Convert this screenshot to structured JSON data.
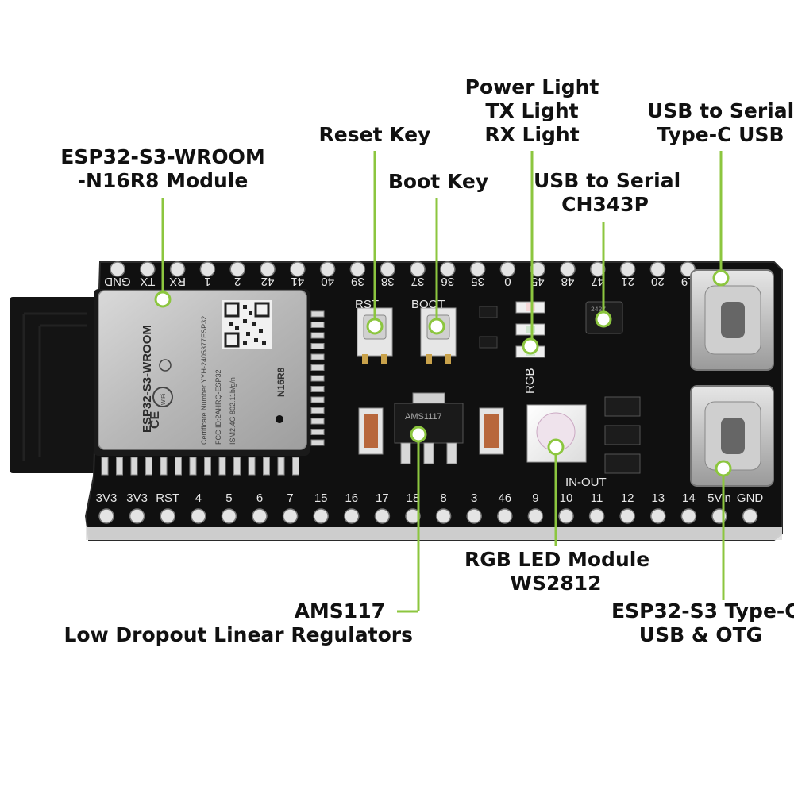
{
  "callouts": {
    "module": {
      "lines": [
        "ESP32-S3-WROOM",
        "-N16R8 Module"
      ]
    },
    "reset_key": {
      "lines": [
        "Reset Key"
      ]
    },
    "boot_key": {
      "lines": [
        "Boot Key"
      ]
    },
    "lights": {
      "lines": [
        "Power Light",
        "TX Light",
        "RX Light"
      ]
    },
    "usb_serial_chip": {
      "lines": [
        "USB to Serial",
        "CH343P"
      ]
    },
    "usb_serial_port": {
      "lines": [
        "USB to Serial",
        "Type-C USB"
      ]
    },
    "regulator": {
      "lines": [
        "AMS117",
        "Low Dropout Linear Regulators"
      ]
    },
    "rgb_led": {
      "lines": [
        "RGB LED Module",
        "WS2812"
      ]
    },
    "otg_port": {
      "lines": [
        "ESP32-S3 Type-C",
        "USB & OTG"
      ]
    }
  },
  "board": {
    "top_pins": [
      "GND",
      "TX",
      "RX",
      "1",
      "2",
      "42",
      "41",
      "40",
      "39",
      "38",
      "37",
      "36",
      "35",
      "0",
      "45",
      "48",
      "47",
      "21",
      "20",
      "19"
    ],
    "bottom_pins": [
      "3V3",
      "3V3",
      "RST",
      "4",
      "5",
      "6",
      "7",
      "15",
      "16",
      "17",
      "18",
      "8",
      "3",
      "46",
      "9",
      "10",
      "11",
      "12",
      "13",
      "14",
      "5Vin",
      "GND"
    ],
    "button_labels": {
      "reset": "RST",
      "boot": "BOOT"
    },
    "silk_text": {
      "rgb": "RGB",
      "in_out": "IN-OUT"
    },
    "module": {
      "brand": "ESP32-S3-WROOM",
      "cert_line1": "Certificate Number:YYH-2405377ESP32",
      "cert_line2": "FCC ID:2AHRQ-ESP32",
      "cert_line3": "ISM2.4G 802.11b/g/n",
      "variant": "N16R8",
      "ce": "CE",
      "wifi": "WiFi"
    },
    "regulator_marking": "AMS1117",
    "chip_marking": "2437"
  },
  "colors": {
    "callout_line": "#8cc63f",
    "board": "#111111",
    "silk": "#e8e8e8",
    "gold": "#c9a24b"
  }
}
